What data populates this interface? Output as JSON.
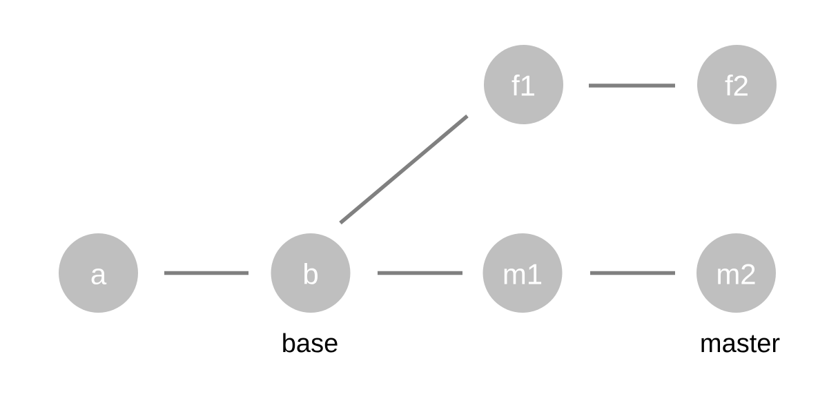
{
  "colors": {
    "background": "#ffffff",
    "node_fill": "#bfbfbf",
    "node_text": "#ffffff",
    "edge": "#808080",
    "branch_label_text": "#000000"
  },
  "diagram": {
    "type": "git-commit-graph",
    "nodes": [
      {
        "id": "a",
        "label": "a",
        "row": "bottom"
      },
      {
        "id": "b",
        "label": "b",
        "row": "bottom"
      },
      {
        "id": "m1",
        "label": "m1",
        "row": "bottom"
      },
      {
        "id": "m2",
        "label": "m2",
        "row": "bottom"
      },
      {
        "id": "f1",
        "label": "f1",
        "row": "top"
      },
      {
        "id": "f2",
        "label": "f2",
        "row": "top"
      }
    ],
    "edges": [
      {
        "from": "a",
        "to": "b"
      },
      {
        "from": "b",
        "to": "m1"
      },
      {
        "from": "m1",
        "to": "m2"
      },
      {
        "from": "b",
        "to": "f1"
      },
      {
        "from": "f1",
        "to": "f2"
      }
    ],
    "branch_labels": [
      {
        "text": "base",
        "node": "b"
      },
      {
        "text": "master",
        "node": "m2"
      }
    ]
  }
}
